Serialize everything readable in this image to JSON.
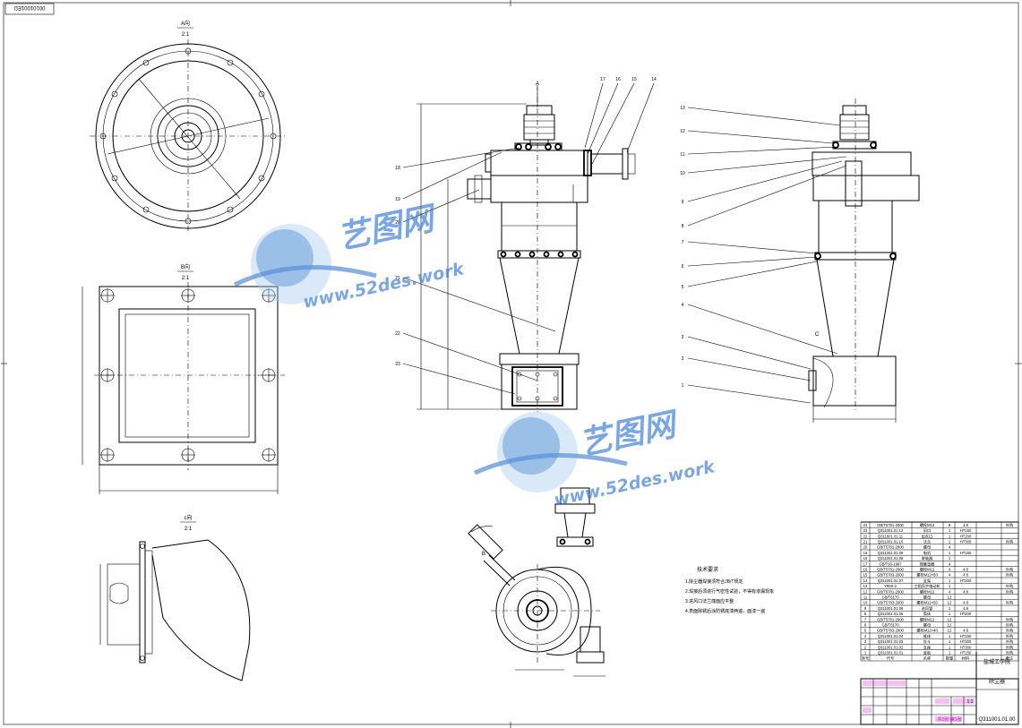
{
  "sheet": {
    "drawing_code_box": "00101001ED"
  },
  "views": {
    "a_label": "A向",
    "a_scale": "2:1",
    "b_label": "B向",
    "b_scale": "2:1",
    "c_label": "c向",
    "c_scale": "2:1",
    "front_arrow": "A",
    "side_c": "C",
    "bottom_b": "B"
  },
  "watermark": {
    "brand_cn": "艺图网",
    "url": "www.52des.work"
  },
  "technical_requirements": {
    "title": "技术要求",
    "lines": [
      "1.除尘器焊接须符合JB/T规定",
      "2.焊接后须进行气密性试验，不得有渗漏现象",
      "3.进风口法兰端面应平整",
      "4.表面除锈后涂防锈底漆两遍，面漆一遍"
    ]
  },
  "bom": {
    "rows": [
      [
        "24",
        "GB/T5781-2000",
        "螺栓M12",
        "8",
        "4.8",
        "外购"
      ],
      [
        "23",
        "Q311001.01.12",
        "风口",
        "1",
        "HT150",
        ""
      ],
      [
        "22",
        "Q311001.01.11",
        "出灰口",
        "1",
        "HT200",
        ""
      ],
      [
        "21",
        "Q311001.01.10",
        "法兰",
        "1",
        "HT300",
        "外购"
      ],
      [
        "20",
        "GB/T5781-2000",
        "螺母",
        "4",
        "",
        ""
      ],
      [
        "19",
        "Q311001.01.09",
        "电机",
        "1",
        "HT150",
        ""
      ],
      [
        "18",
        "Q311001.01.08",
        "联轴器",
        "1",
        "",
        ""
      ],
      [
        "17",
        "GB/T93-1987",
        "弹簧垫圈",
        "4",
        "",
        ""
      ],
      [
        "16",
        "GB/T5781-2000",
        "螺栓M12",
        "4",
        "4.8",
        "外购"
      ],
      [
        "15",
        "GB/T5783-2000",
        "螺栓M12×50",
        "4",
        "4.8",
        "外购"
      ],
      [
        "14",
        "Q311001.01.07",
        "支架",
        "1",
        "HT200",
        ""
      ],
      [
        "13",
        "Y90S-2",
        "三相异步电动机",
        "1",
        "",
        "外购"
      ],
      [
        "12",
        "GB/T5781-2000",
        "螺栓M12",
        "4",
        "4.8",
        "外购"
      ],
      [
        "11",
        "GB/T6170",
        "螺母",
        "12",
        "",
        ""
      ],
      [
        "10",
        "GB/T5783-2000",
        "螺栓M12×50",
        "12",
        "4.8",
        "外购"
      ],
      [
        "9",
        "Q311001.01.06",
        "进风管",
        "1",
        "4.8",
        ""
      ],
      [
        "8",
        "Q311001.01.05",
        "筒体",
        "1",
        "HT200",
        ""
      ],
      [
        "7",
        "GB/T5781-2000",
        "螺栓M12",
        "12",
        "",
        "外购"
      ],
      [
        "6",
        "GB/T6170",
        "螺母",
        "12",
        "",
        "外购"
      ],
      [
        "5",
        "GB/T5783-2000",
        "螺栓M12×40",
        "12",
        "4.8",
        "外购"
      ],
      [
        "4",
        "Q311001.01.04",
        "锥体",
        "1",
        "HT150",
        "外购"
      ],
      [
        "3",
        "Q311001.01.03",
        "灰斗",
        "1",
        "HT300",
        "外购"
      ],
      [
        "2",
        "Q311001.01.02",
        "支座",
        "1",
        "HT300",
        "外购"
      ],
      [
        "1",
        "Q311001.01.01",
        "底板",
        "1",
        "HT150",
        "外购"
      ]
    ],
    "header": [
      "序号",
      "代号",
      "名称",
      "数量",
      "材料",
      "备注"
    ]
  },
  "title_block": {
    "school": "盐城工学院",
    "name": "除尘器",
    "drawing_no": "Q311001.01.00",
    "scale_text": "1:1",
    "sheet_text": "共1张 第1张"
  },
  "part_numbers_front": [
    "17",
    "16",
    "15",
    "14",
    "18",
    "19",
    "20",
    "21",
    "22",
    "23"
  ],
  "part_numbers_side": [
    "13",
    "12",
    "11",
    "10",
    "9",
    "8",
    "7",
    "6",
    "5",
    "4",
    "3",
    "2",
    "1"
  ]
}
